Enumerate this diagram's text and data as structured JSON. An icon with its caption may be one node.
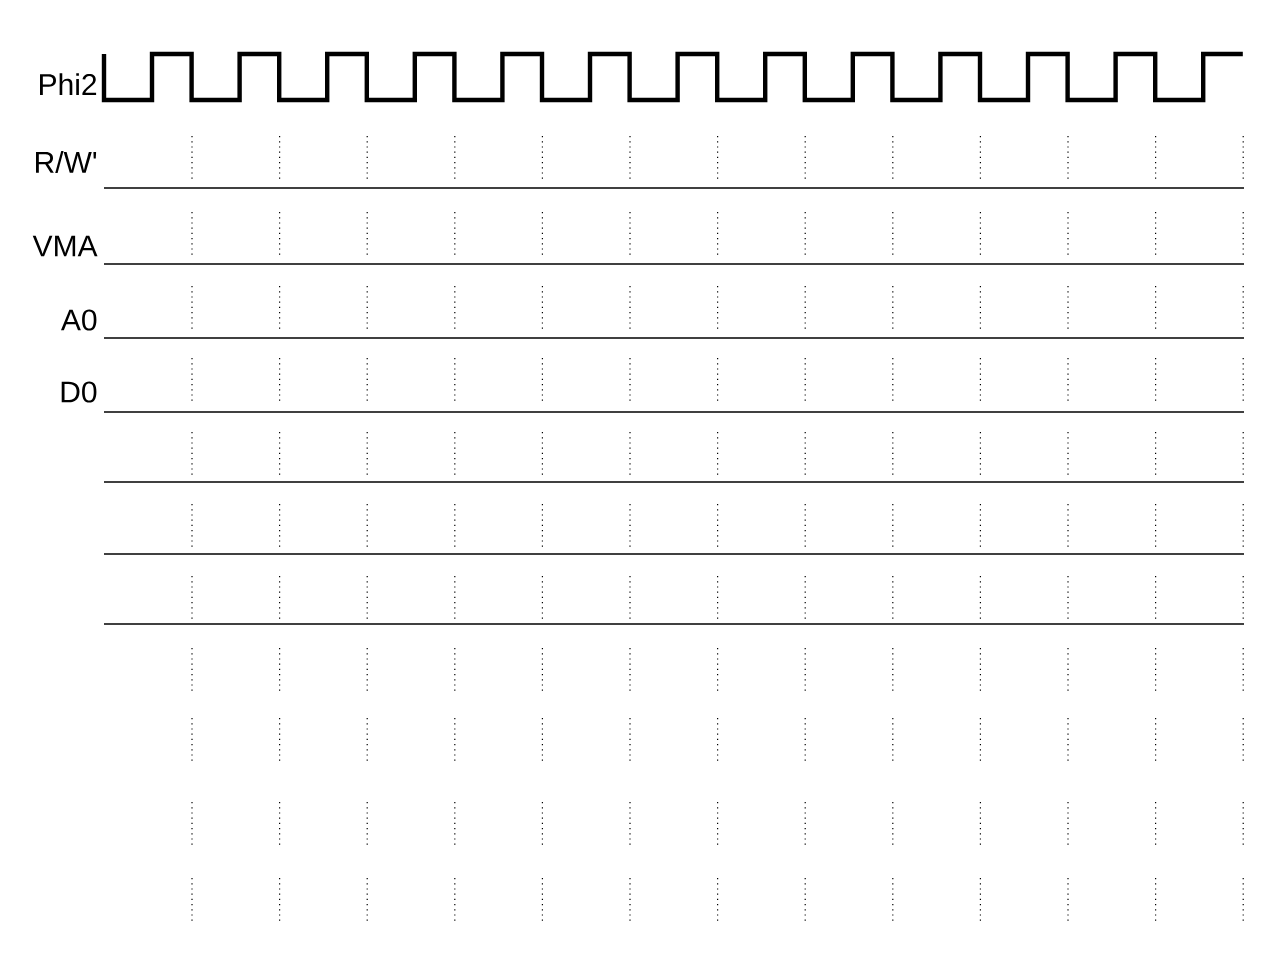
{
  "diagram": {
    "labels": [
      "Phi2",
      "R/W'",
      "VMA",
      "A0",
      "D0"
    ]
  }
}
